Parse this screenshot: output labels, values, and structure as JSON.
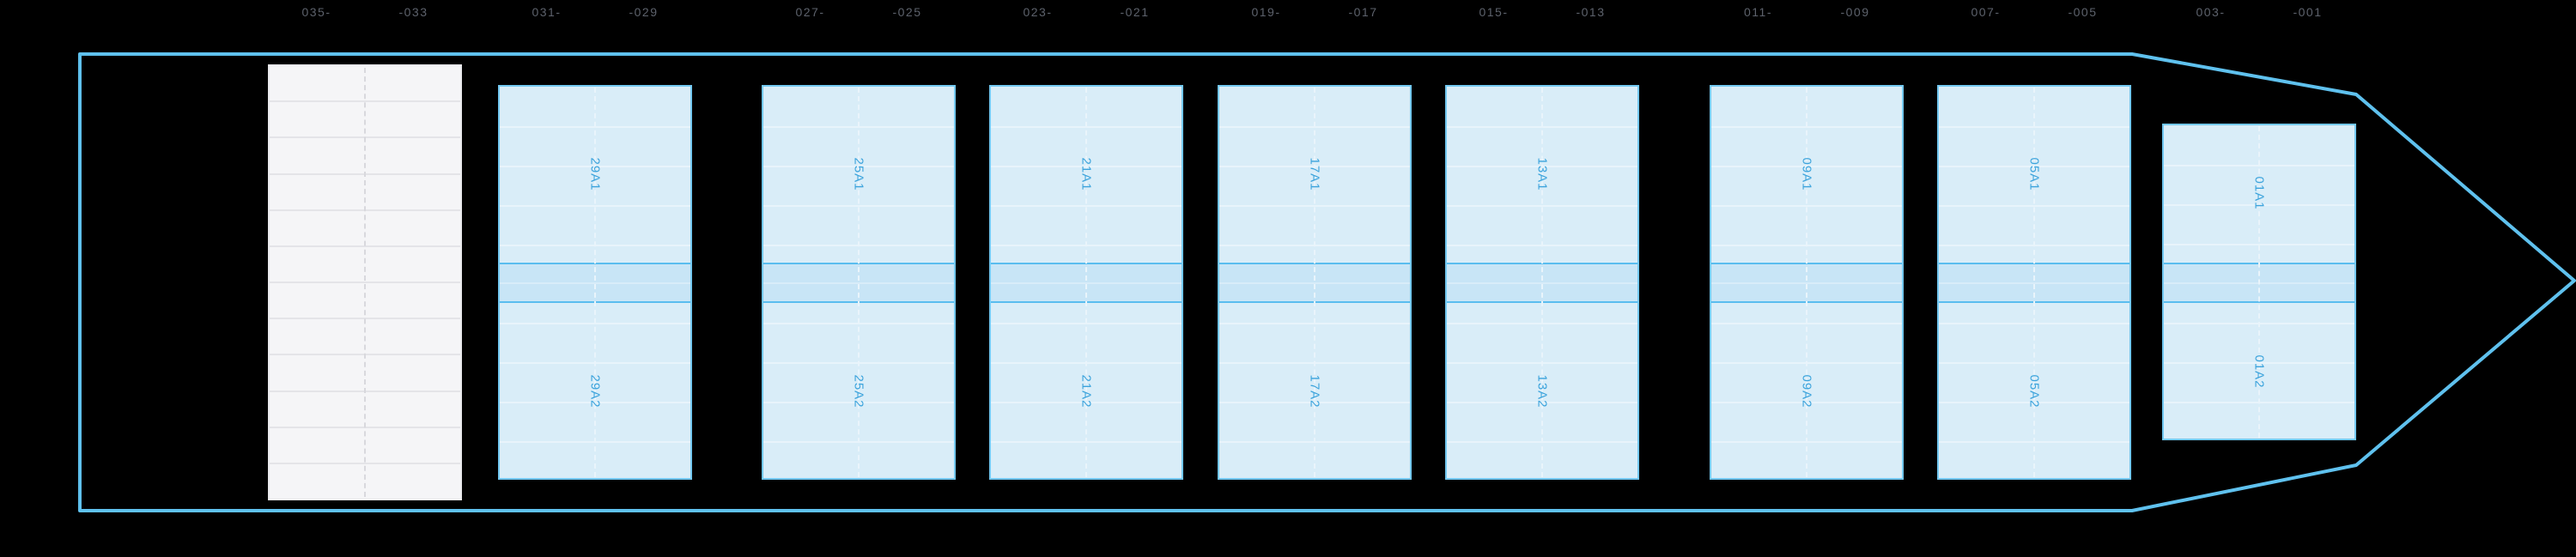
{
  "app": {
    "background_color": "#000000",
    "accent_colors": {
      "hull_outline": "#5fc1ee",
      "bay_fill": "#d9edf8",
      "bay_border": "#73c8f1",
      "band_fill": "#c8e5f6",
      "band_border": "#5abdef",
      "bay_label_text": "#3ba3dc",
      "axis_label_text": "#5d626c",
      "hatch_fill": "#f5f5f7"
    }
  },
  "deck_plan": {
    "columns": [
      {
        "kind": "hatch",
        "slot_labels": [
          "035-",
          "-033"
        ],
        "section_labels": []
      },
      {
        "kind": "bay",
        "slot_labels": [
          "031-",
          "-029"
        ],
        "section_labels": [
          "29A1",
          "29A2"
        ]
      },
      {
        "kind": "bay",
        "slot_labels": [
          "027-",
          "-025"
        ],
        "section_labels": [
          "25A1",
          "25A2"
        ]
      },
      {
        "kind": "bay",
        "slot_labels": [
          "023-",
          "-021"
        ],
        "section_labels": [
          "21A1",
          "21A2"
        ]
      },
      {
        "kind": "bay",
        "slot_labels": [
          "019-",
          "-017"
        ],
        "section_labels": [
          "17A1",
          "17A2"
        ]
      },
      {
        "kind": "bay",
        "slot_labels": [
          "015-",
          "-013"
        ],
        "section_labels": [
          "13A1",
          "13A2"
        ]
      },
      {
        "kind": "bay",
        "slot_labels": [
          "011-",
          "-009"
        ],
        "section_labels": [
          "09A1",
          "09A2"
        ]
      },
      {
        "kind": "bay",
        "slot_labels": [
          "007-",
          "-005"
        ],
        "section_labels": [
          "05A1",
          "05A2"
        ]
      },
      {
        "kind": "bay-bow",
        "slot_labels": [
          "003-",
          "-001"
        ],
        "section_labels": [
          "01A1",
          "01A2"
        ]
      }
    ]
  }
}
